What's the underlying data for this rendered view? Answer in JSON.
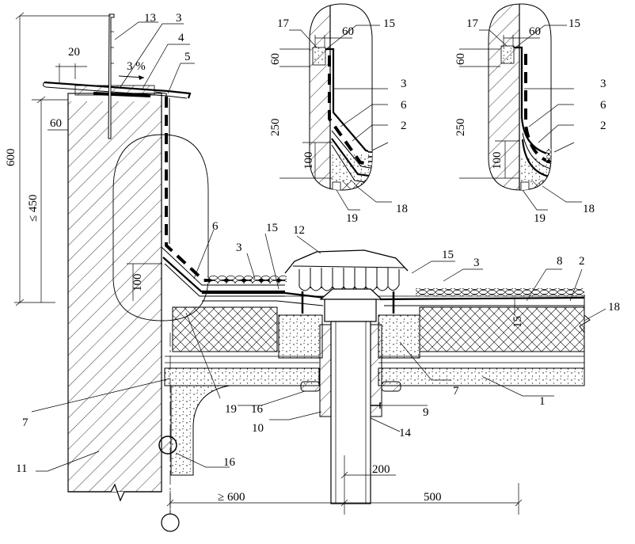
{
  "callouts": {
    "c1": "1",
    "c2": "2",
    "c3a": "3",
    "c3b": "3",
    "c3c": "3",
    "c5": "5",
    "c4": "4",
    "c6": "6",
    "c7a": "7",
    "c7b": "7",
    "c8": "8",
    "c9": "9",
    "c10": "10",
    "c11": "11",
    "c12": "12",
    "c13": "13",
    "c14": "14",
    "c15a": "15",
    "c15b": "15",
    "c16a": "16",
    "c16b": "16",
    "c18": "18",
    "c19": "19"
  },
  "dimensions": {
    "d600": "600",
    "d450": "≤ 450",
    "d20": "20",
    "d60": "60",
    "d100": "100",
    "d15": "15",
    "d200": "200",
    "d500": "500",
    "d600b": "≥ 600",
    "slope": "3 %"
  },
  "detail1": {
    "c17": "17",
    "c15": "15",
    "c3": "3",
    "c6": "6",
    "c2": "2",
    "c19": "19",
    "c18": "18",
    "d60top": "60",
    "d60side": "60",
    "d250": "250",
    "d100": "100"
  },
  "detail2": {
    "c17": "17",
    "c15": "15",
    "c3": "3",
    "c6": "6",
    "c2": "2",
    "c19": "19",
    "c18": "18",
    "d60top": "60",
    "d60side": "60",
    "d250": "250",
    "d100": "100"
  }
}
